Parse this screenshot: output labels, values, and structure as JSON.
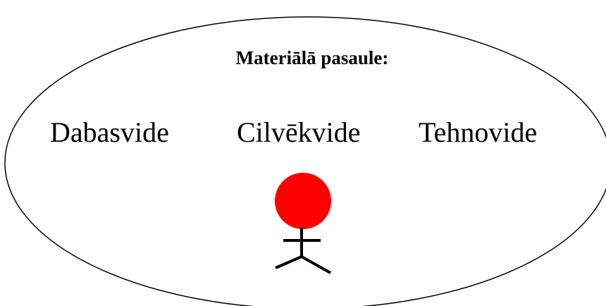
{
  "diagram": {
    "title": "Materiālā pasaule:",
    "environments": [
      "Dabasvide",
      "Cilvēkvide",
      "Tehnovide"
    ]
  },
  "colors": {
    "outline": "#000000",
    "head": "#ff0000",
    "background": "#ffffff"
  }
}
